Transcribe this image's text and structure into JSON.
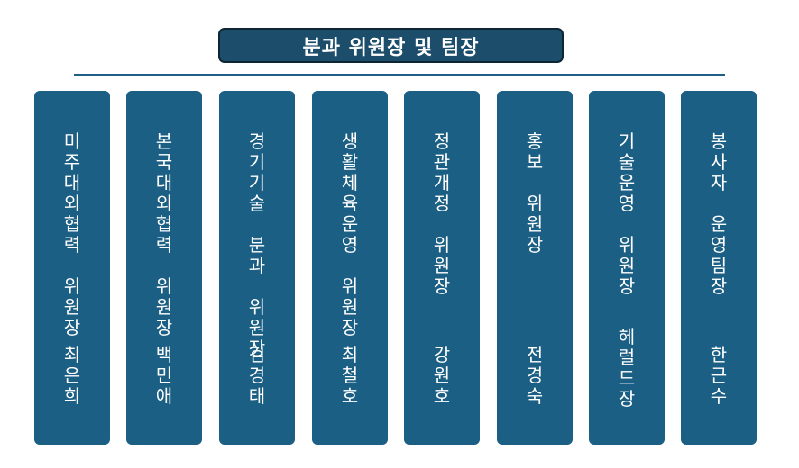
{
  "title": "분과 위원장 및 팀장",
  "cards": [
    {
      "role": "미주대외협력 위원장",
      "name": "최은희"
    },
    {
      "role": "본국대외협력 위원장",
      "name": "백민애"
    },
    {
      "role": "경기기술 분과 위원장",
      "name": "김경태"
    },
    {
      "role": "생활체육운영 위원장",
      "name": "최철호"
    },
    {
      "role": "정관개정 위원장",
      "name": "강원호"
    },
    {
      "role": "홍보 위원장",
      "name": "전경숙"
    },
    {
      "role": "기술운영 위원장",
      "name": "헤럴드장"
    },
    {
      "role": "봉사자 운영팀장",
      "name": "한근수"
    }
  ],
  "colors": {
    "title_bg": "#1c4d6b",
    "card_bg": "#1c5f84",
    "divider": "#1f5f86"
  }
}
